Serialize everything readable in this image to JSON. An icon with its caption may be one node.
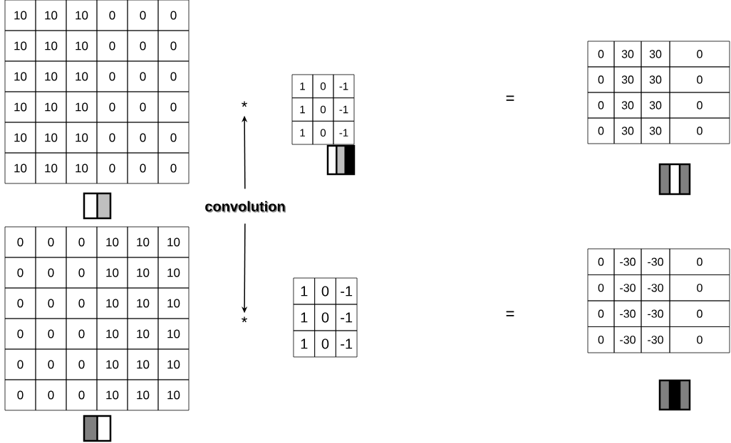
{
  "diagram": {
    "nodes": [
      {
        "text": [
          "convolution"
        ]
      },
      {
        "text": [
          "*"
        ]
      },
      {
        "text": [
          "*"
        ]
      }
    ],
    "edges": [
      {
        "from": 0,
        "to": 1,
        "arrow": "to"
      },
      {
        "from": 0,
        "to": 2,
        "arrow": "to"
      }
    ],
    "labels": [
      "10",
      "10",
      "10",
      "0",
      "0",
      "0",
      "10",
      "10",
      "10",
      "0",
      "0",
      "0",
      "10",
      "10",
      "10",
      "0",
      "0",
      "0",
      "10",
      "10",
      "10",
      "0",
      "0",
      "0",
      "10",
      "10",
      "10",
      "0",
      "0",
      "0",
      "10",
      "10",
      "10",
      "0",
      "0",
      "0",
      "1",
      "0",
      "-1",
      "1",
      "0",
      "-1",
      "1",
      "0",
      "-1",
      "=",
      "0",
      "30",
      "30",
      "0",
      "0",
      "30",
      "30",
      "0",
      "0",
      "30",
      "30",
      "0",
      "0",
      "30",
      "30",
      "0",
      "0",
      "0",
      "0",
      "10",
      "10",
      "10",
      "0",
      "0",
      "0",
      "10",
      "10",
      "10",
      "0",
      "0",
      "0",
      "10",
      "10",
      "10",
      "0",
      "0",
      "0",
      "10",
      "10",
      "10",
      "0",
      "0",
      "0",
      "10",
      "10",
      "10",
      "0",
      "0",
      "0",
      "10",
      "10",
      "10",
      "1",
      "0",
      "-1",
      "1",
      "0",
      "-1",
      "1",
      "0",
      "-1",
      "=",
      "0",
      "-30",
      "-30",
      "0",
      "0",
      "-30",
      "-30",
      "0",
      "0",
      "-30",
      "-30",
      "0",
      "0",
      "-30",
      "-30",
      "0"
    ]
  }
}
